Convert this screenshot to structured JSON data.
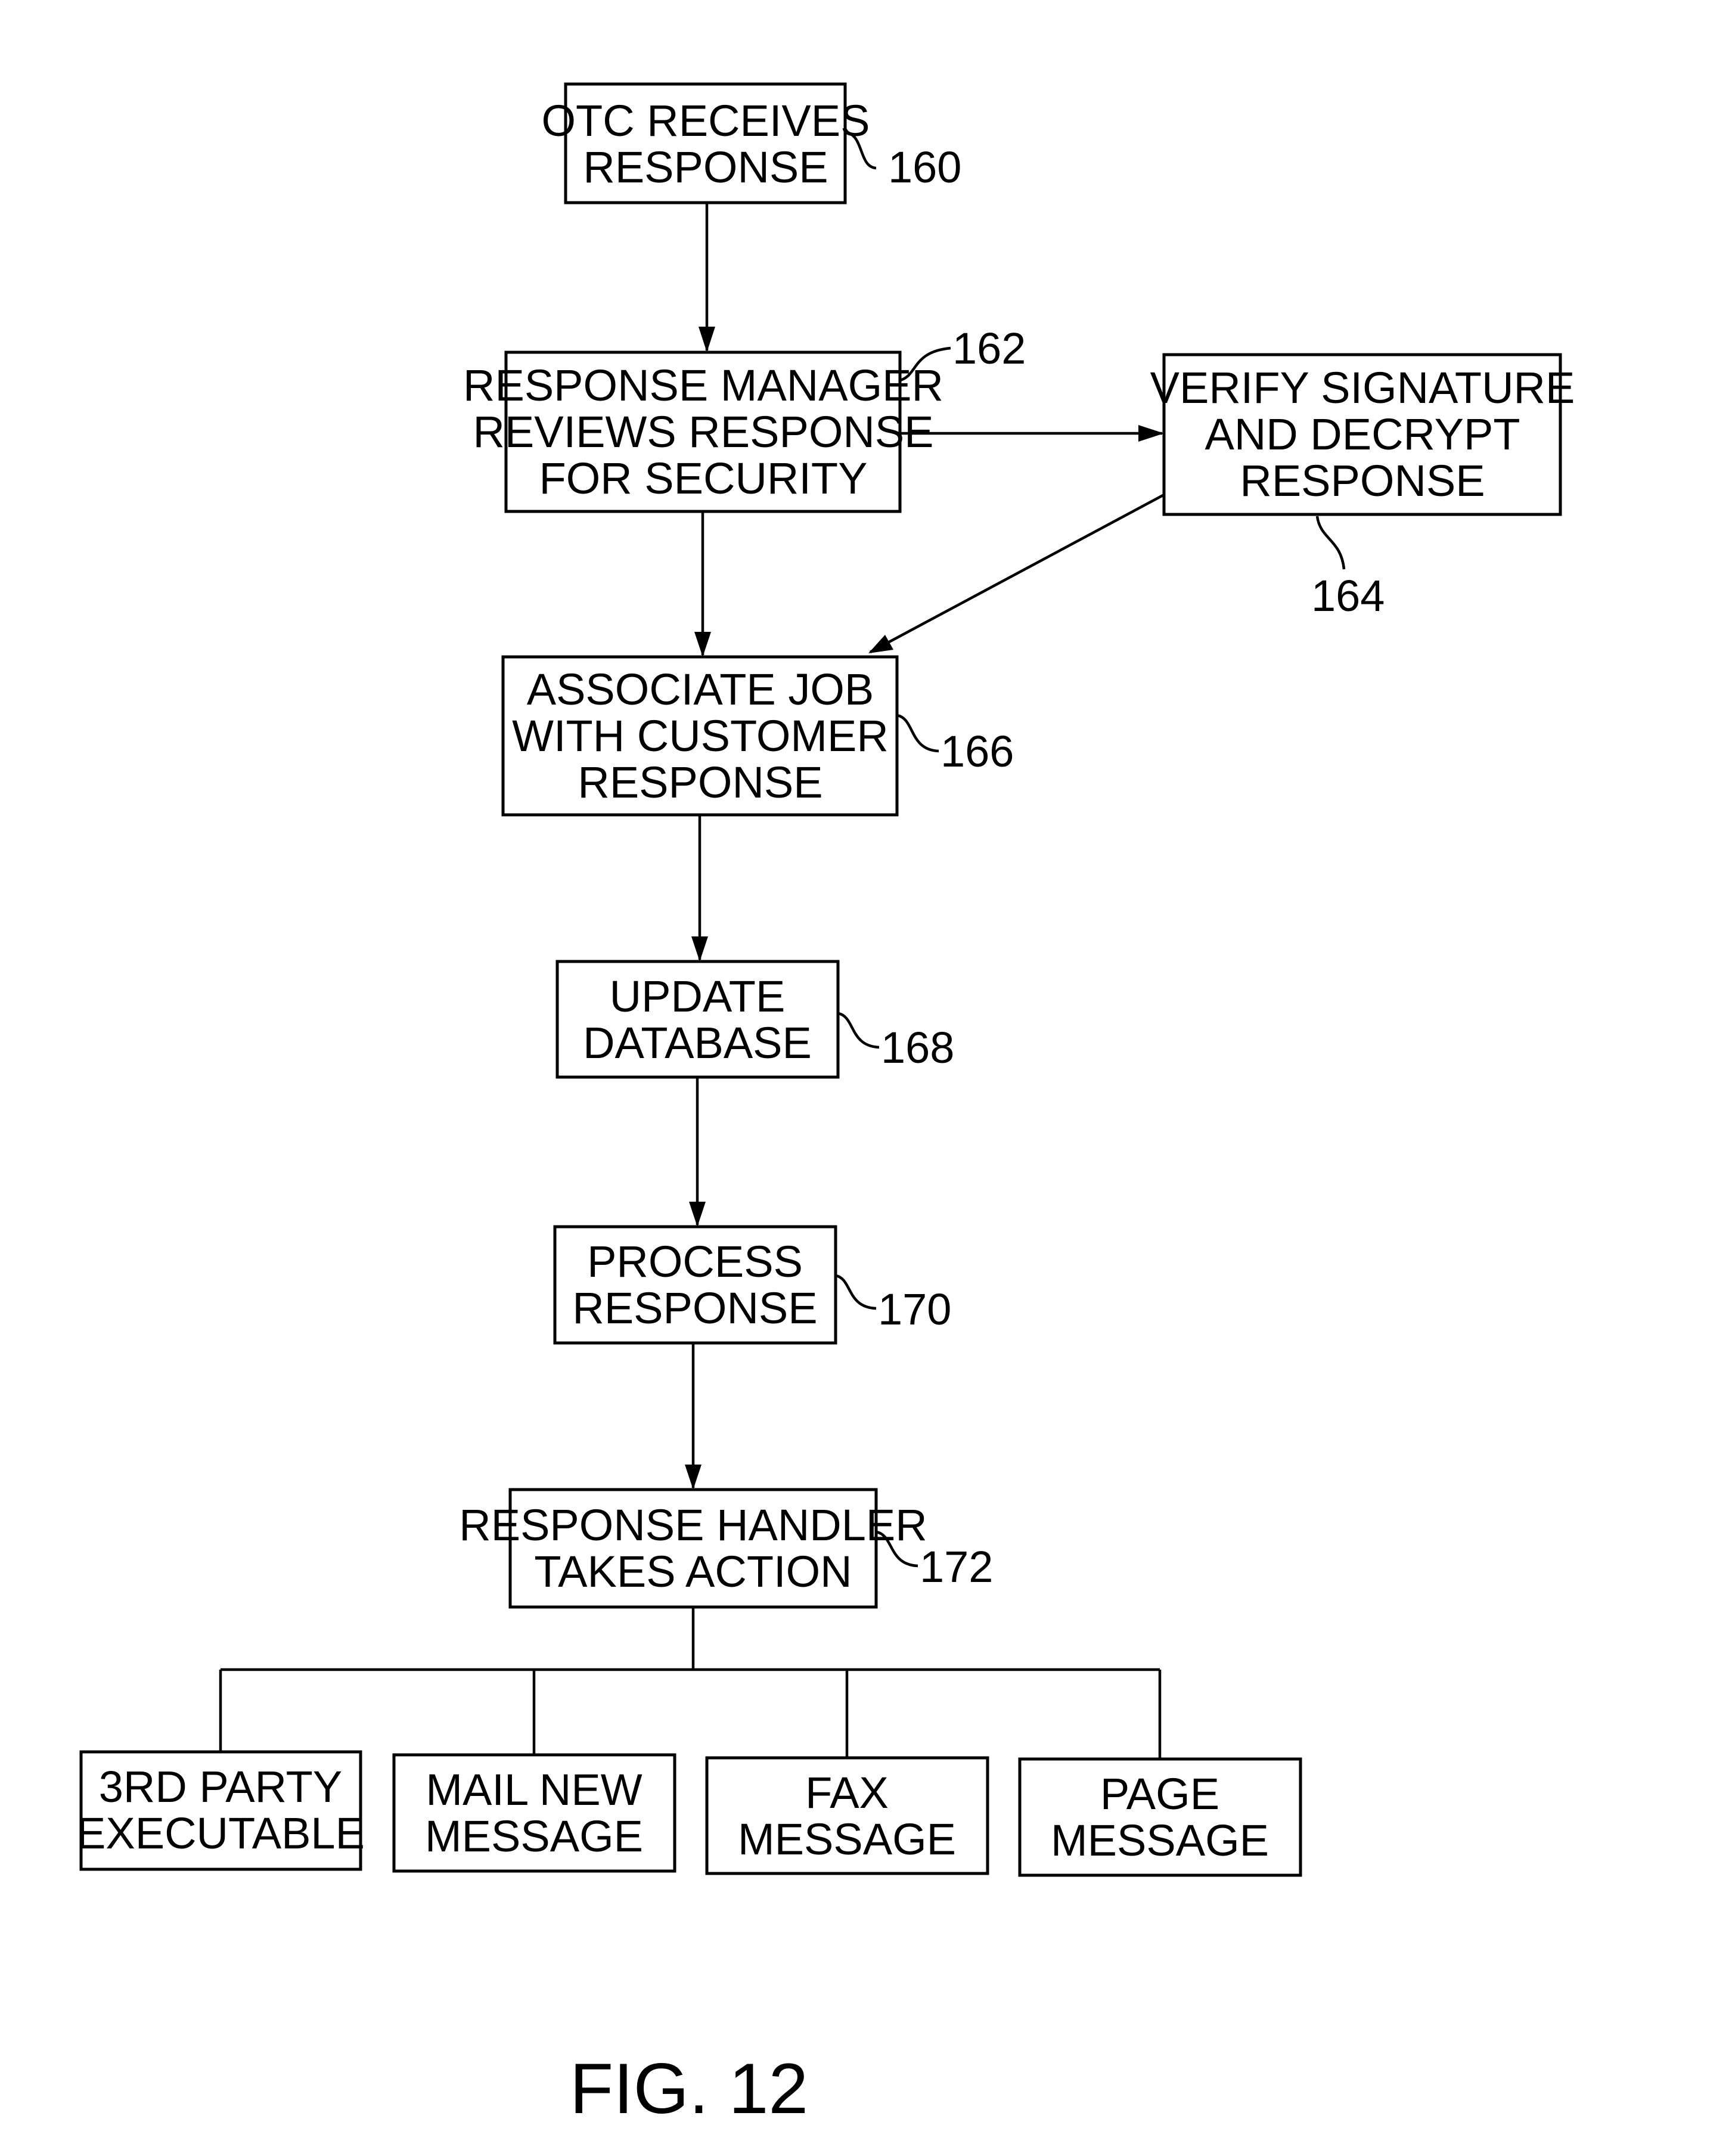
{
  "figure_label": "FIG. 12",
  "steps": {
    "s160": {
      "ref": "160",
      "lines": [
        "OTC RECEIVES",
        "RESPONSE"
      ]
    },
    "s162": {
      "ref": "162",
      "lines": [
        "RESPONSE MANAGER",
        "REVIEWS RESPONSE",
        "FOR SECURITY"
      ]
    },
    "s164": {
      "ref": "164",
      "lines": [
        "VERIFY SIGNATURE",
        "AND DECRYPT",
        "RESPONSE"
      ]
    },
    "s166": {
      "ref": "166",
      "lines": [
        "ASSOCIATE JOB",
        "WITH CUSTOMER",
        "RESPONSE"
      ]
    },
    "s168": {
      "ref": "168",
      "lines": [
        "UPDATE",
        "DATABASE"
      ]
    },
    "s170": {
      "ref": "170",
      "lines": [
        "PROCESS",
        "RESPONSE"
      ]
    },
    "s172": {
      "ref": "172",
      "lines": [
        "RESPONSE HANDLER",
        "TAKES ACTION"
      ]
    }
  },
  "actions": [
    {
      "lines": [
        "3RD PARTY",
        "EXECUTABLE"
      ]
    },
    {
      "lines": [
        "MAIL NEW",
        "MESSAGE"
      ]
    },
    {
      "lines": [
        "FAX",
        "MESSAGE"
      ]
    },
    {
      "lines": [
        "PAGE",
        "MESSAGE"
      ]
    }
  ]
}
